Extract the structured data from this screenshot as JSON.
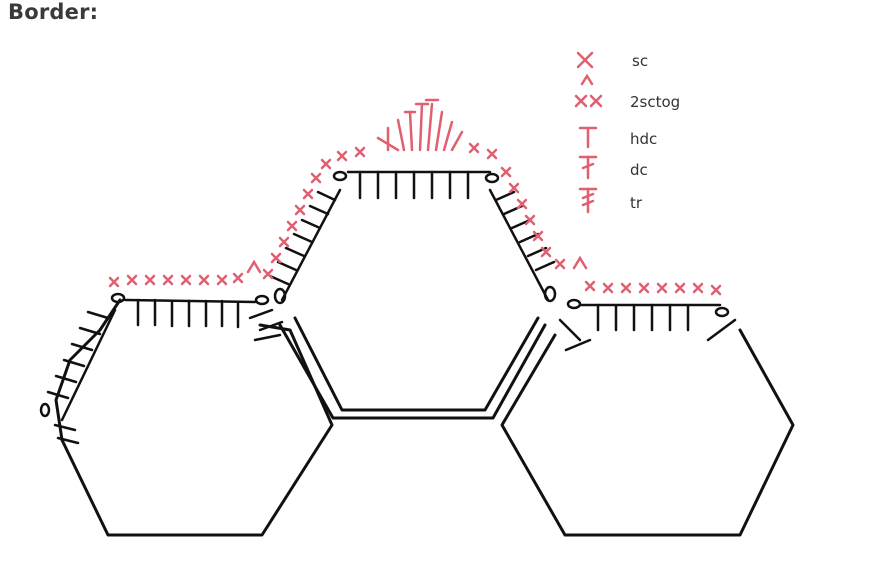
{
  "title": "Border:",
  "legend": [
    {
      "symbol": "sc-icon",
      "label": "sc"
    },
    {
      "symbol": "2sctog-icon",
      "label": "2sctog"
    },
    {
      "symbol": "hdc-icon",
      "label": "hdc"
    },
    {
      "symbol": "dc-icon",
      "label": "dc"
    },
    {
      "symbol": "tr-icon",
      "label": "tr"
    }
  ],
  "colors": {
    "border_stitches": "#e06070",
    "outline": "#111111",
    "heading": "#3a3a3a"
  }
}
